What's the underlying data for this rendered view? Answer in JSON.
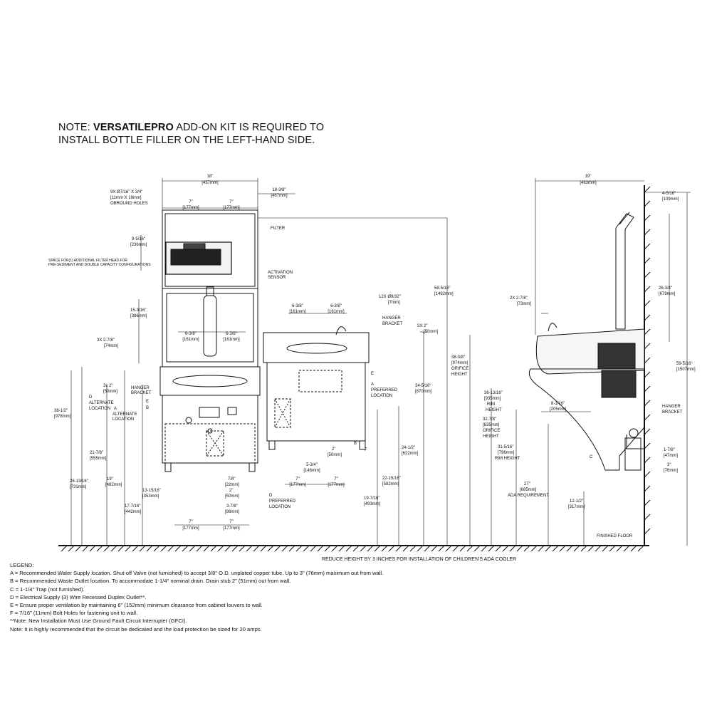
{
  "note": {
    "prefix": "NOTE: ",
    "bold": "VERSATILEPRO",
    "line1_rest": " ADD-ON KIT IS REQUIRED TO",
    "line2": "INSTALL BOTTLE FILLER ON THE LEFT-HAND SIDE."
  },
  "front_view": {
    "width_total": "18\"",
    "width_total_mm": "[457mm]",
    "width_left": "7\"",
    "width_left_mm": "[177mm]",
    "width_right": "7\"",
    "width_right_mm": "[177mm]",
    "holes": "9X Ø7/16\" X 3/4\"",
    "holes_mm": "[11mm X 19mm]",
    "holes_desc": "OBROUND HOLES",
    "filter": "FILTER",
    "space_note_1": "SPACE FOR(1) ADDITIONAL FILTER HEAD FOR",
    "space_note_2": "PRE-SEDIMENT AND DOUBLE CAPACITY CONFIGURATIONS",
    "dim_9516": "9-5/16\"",
    "dim_9516_mm": "[236mm]",
    "dim_15316": "15-3/16\"",
    "dim_15316_mm": "[386mm]",
    "dim_3x278": "3X 2-7/8\"",
    "dim_3x278_mm": "[74mm]",
    "dim_638a": "6-3/8\"",
    "dim_638a_mm": "[161mm]",
    "dim_638b": "6-3/8\"",
    "dim_638b_mm": "[161mm]",
    "dim_3x2": "3x 2\"",
    "dim_3x2_mm": "[50mm]",
    "hanger": "HANGER",
    "bracket": "BRACKET",
    "activation": "ACTIVATION",
    "sensor": "SENSOR",
    "d_label": "D",
    "alt_loc": "ALTERNATE",
    "location": "LOCATION",
    "a_label": "A",
    "e_label": "E",
    "b_label": "B",
    "dim_3812": "38-1/2\"",
    "dim_3812_mm": "[978mm]",
    "dim_2178": "21-7/8\"",
    "dim_2178_mm": "[555mm]",
    "dim_281316": "28-13/16\"",
    "dim_281316_mm": "[731mm]",
    "dim_19": "19\"",
    "dim_19_mm": "[482mm]",
    "dim_131516": "13-15/16\"",
    "dim_131516_mm": "[353mm]",
    "dim_17716": "17-7/16\"",
    "dim_17716_mm": "[442mm]",
    "dim_78": "7/8\"",
    "dim_78_mm": "[22mm]",
    "dim_2": "2\"",
    "dim_2_mm": "[50mm]",
    "dim_378": "3-7/8\"",
    "dim_378_mm": "[98mm]",
    "bot_left": "7\"",
    "bot_left_mm": "[177mm]",
    "bot_right": "7\"",
    "bot_right_mm": "[177mm]"
  },
  "mid_view": {
    "dim_18_38": "18-3/8\"",
    "dim_18_38_mm": "[467mm]",
    "dim_585": "58-5/16\"",
    "dim_585_mm": "[1482mm]",
    "dim_638a": "6-3/8\"",
    "dim_638a_mm": "[161mm]",
    "dim_638b": "6-3/8\"",
    "dim_638b_mm": "[161mm]",
    "holes": "12X Ø9/32\"",
    "holes_mm": "[7mm]",
    "hanger": "HANGER",
    "bracket": "BRACKET",
    "dim_3x2": "3X 2\"",
    "dim_3x2_mm": "[50mm]",
    "e_label": "E",
    "a_label": "A",
    "preferred": "PREFERRED",
    "location": "LOCATION",
    "dim_34516": "34-5/16\"",
    "dim_34516_mm": "[870mm]",
    "dim_2412": "24-1/2\"",
    "dim_2412_mm": "[622mm]",
    "dim_221516": "22-15/16\"",
    "dim_221516_mm": "[582mm]",
    "dim_19716": "19-7/16\"",
    "dim_19716_mm": "[493mm]",
    "b_label": "B",
    "f_label": "F",
    "dim_2": "2\"",
    "dim_2_mm": "[50mm]",
    "dim_534": "5-3/4\"",
    "dim_534_mm": "[146mm]",
    "bot_left": "7\"",
    "bot_left_mm": "[177mm]",
    "bot_right": "7\"",
    "bot_right_mm": "[177mm]",
    "d_label": "D",
    "d_pref": "PREFERRED",
    "d_loc": "LOCATION"
  },
  "side_view": {
    "dim_19": "19\"",
    "dim_19_mm": "[483mm]",
    "dim_4516": "4-5/16\"",
    "dim_4516_mm": "[109mm]",
    "dim_2634": "26-3/4\"",
    "dim_2634_mm": "[679mm]",
    "dim_59316": "59-5/16\"",
    "dim_59316_mm": "[1507mm]",
    "dim_2x278": "2X  2-7/8\"",
    "dim_2x278_mm": "[73mm]",
    "dim_3838": "38-3/8\"",
    "dim_3838_mm": "[974mm]",
    "orifice": "ORIFICE",
    "height": "HEIGHT",
    "dim_361316": "36-13/16\"",
    "dim_361316_mm": "[935mm]",
    "rim": "RIM",
    "dim_8116": "8-1/16\"",
    "dim_8116_mm": "[205mm]",
    "dim_3278": "32-7/8\"",
    "dim_3278_mm": "[835mm]",
    "dim_31516": "31-5/16\"",
    "dim_31516_mm": "[796mm]",
    "rim_height": "RIM HEIGHT",
    "dim_27": "27\"",
    "dim_27_mm": "[685mm]",
    "ada": "ADA REQUIREMENT",
    "dim_1212": "12-1/2\"",
    "dim_1212_mm": "[317mm]",
    "hanger": "HANGER",
    "bracket": "BRACKET",
    "c_label": "C",
    "dim_178": "1-7/8\"",
    "dim_178_mm": "[47mm]",
    "dim_3": "3\"",
    "dim_3_mm": "[76mm]",
    "floor": "FINISHED FLOOR"
  },
  "reduce_note": "REDUCE HEIGHT BY 3 INCHES FOR INSTALLATION OF CHILDREN'S ADA COOLER",
  "legend": {
    "title": "LEGEND:",
    "items": [
      "A = Recommended Water Supply location.  Shut-off Valve (not furnished) to accept 3/8\" O.D. unplated copper tube.  Up to 3\" (76mm) maximum out from wall.",
      "B = Recommended Waste Outlet location.  To accommodate 1-1/4\" nominal drain.  Drain stub 2\" (51mm) out from wall.",
      "C = 1-1/4\" Trap (not furnished).",
      "D = Electrical Supply (3) Wire Recessed Duplex Outlet**.",
      "E = Ensure proper ventilation by maintaining 6\" (152mm) minimum clearance from cabinet louvers to wall.",
      "F = 7/16\" (11mm) Bolt Holes for fastening unit to wall.",
      "**Note: New Installation Must Use Ground Fault Circuit Interrupter (GFCI).",
      "Note: It is highly recommended that the circuit be dedicated and the load protection be sized for 20 amps."
    ]
  }
}
